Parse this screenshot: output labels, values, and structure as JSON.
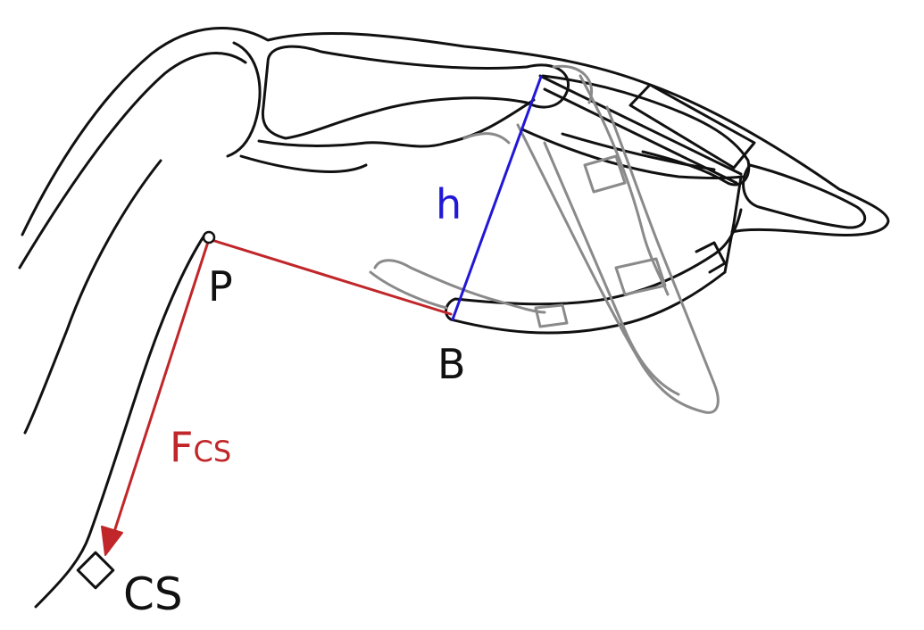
{
  "colors": {
    "outline": "#111111",
    "ghost_outline": "#8a8a8a",
    "force_red": "#c0262a",
    "height_blue": "#2118d6"
  },
  "labels": {
    "pivot": "P",
    "base": "B",
    "height": "h",
    "force_main": "F",
    "force_sub": "CS",
    "sensor": "CS"
  }
}
